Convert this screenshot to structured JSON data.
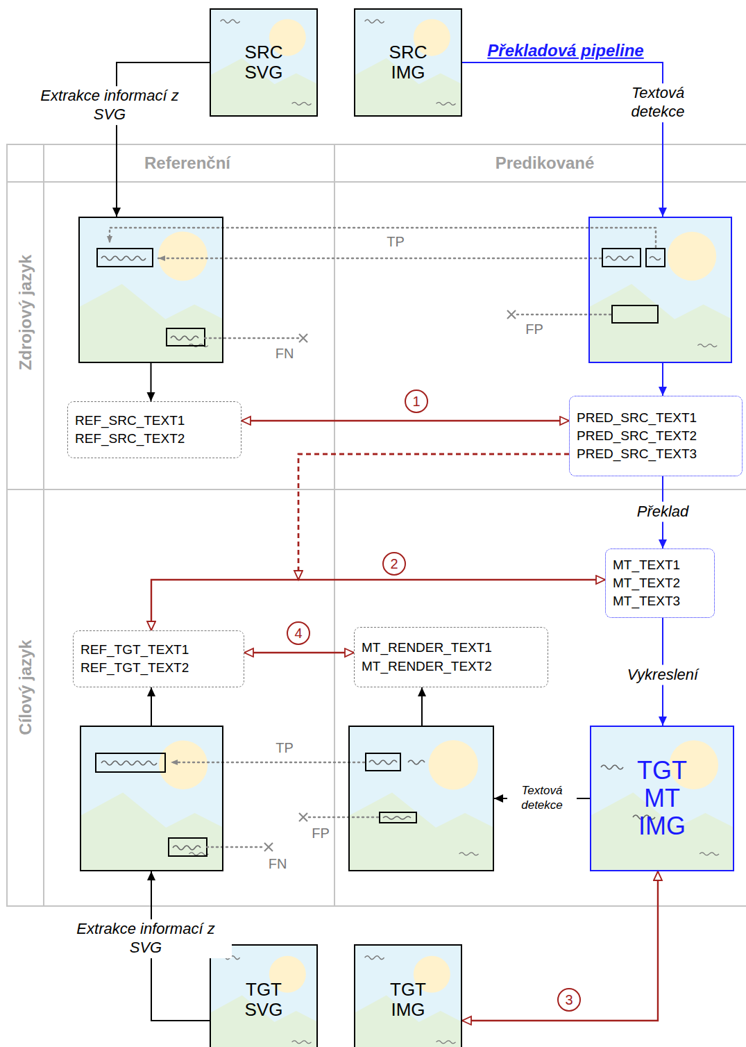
{
  "diagram": {
    "nodes": [
      {
        "text": [
          "SRC SVG"
        ]
      },
      {
        "text": [
          "SRC IMG"
        ]
      },
      {
        "text": []
      },
      {
        "text": []
      },
      {
        "text": [
          "REF_SRC_TEXT1",
          "REF_SRC_TEXT2"
        ]
      },
      {
        "text": [
          "PRED_SRC_TEXT1",
          "PRED_SRC_TEXT2",
          "PRED_SRC_TEXT3"
        ]
      },
      {
        "text": [
          "MT_TEXT1",
          "MT_TEXT2",
          "MT_TEXT3"
        ]
      },
      {
        "text": [
          "REF_TGT_TEXT1",
          "REF_TGT_TEXT2"
        ]
      },
      {
        "text": [
          "MT_RENDER_TEXT1",
          "MT_RENDER_TEXT2"
        ]
      },
      {
        "text": []
      },
      {
        "text": []
      },
      {
        "text": [
          "TGT MT IMG"
        ]
      },
      {
        "text": [
          "TGT SVG"
        ]
      },
      {
        "text": [
          "TGT IMG"
        ]
      }
    ],
    "edges": [
      {
        "from": 0,
        "to": 2,
        "arrow": "to",
        "label": "Extrakce informací z SVG"
      },
      {
        "from": 1,
        "to": 3,
        "arrow": "to",
        "label": "Textová detekce"
      },
      {
        "from": 2,
        "to": 4,
        "arrow": "to"
      },
      {
        "from": 3,
        "to": 5,
        "arrow": "to"
      },
      {
        "from": 4,
        "to": 5,
        "arrow": "both",
        "label": "1"
      },
      {
        "from": 5,
        "to": 7,
        "arrow": "to"
      },
      {
        "from": 5,
        "to": 6,
        "arrow": "to",
        "label": "2"
      },
      {
        "from": 5,
        "to": 6,
        "arrow": "to",
        "label": "Překlad"
      },
      {
        "from": 6,
        "to": 11,
        "arrow": "to",
        "label": "Vykreslení"
      },
      {
        "from": 11,
        "to": 10,
        "arrow": "to",
        "label": "Textová detekce"
      },
      {
        "from": 9,
        "to": 7,
        "arrow": "to"
      },
      {
        "from": 10,
        "to": 8,
        "arrow": "to"
      },
      {
        "from": 7,
        "to": 8,
        "arrow": "both",
        "label": "4"
      },
      {
        "from": 12,
        "to": 9,
        "arrow": "to",
        "label": "Extrakce informací z SVG"
      },
      {
        "from": 13,
        "to": 11,
        "arrow": "both",
        "label": "3"
      }
    ],
    "labels": [
      "Překladová pipeline",
      "Referenční",
      "Predikované",
      "Zdrojový jazyk",
      "Cílový jazyk",
      "TP",
      "FN",
      "FP",
      "TP",
      "FP",
      "FN"
    ]
  }
}
